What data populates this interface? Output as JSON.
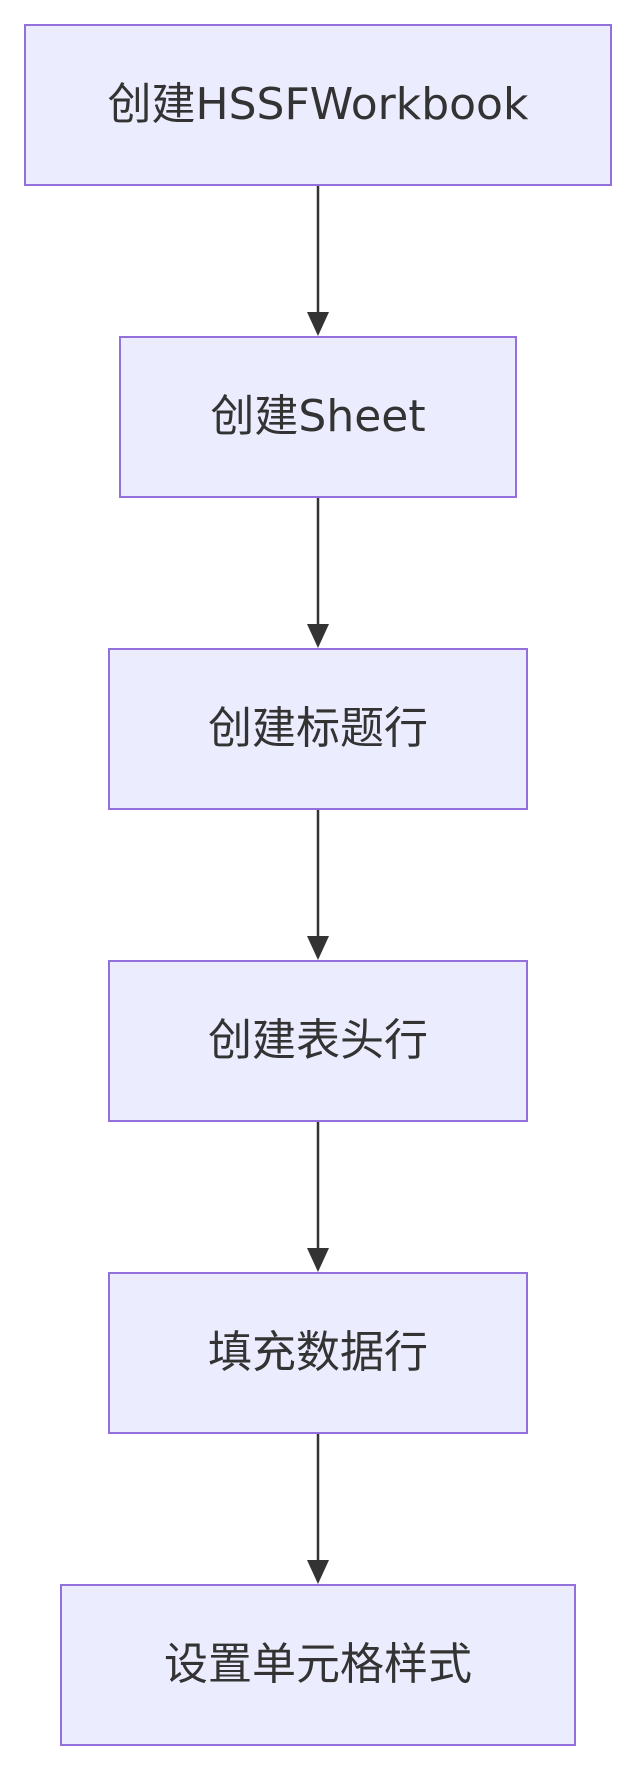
{
  "diagram": {
    "type": "flowchart",
    "direction": "top-down",
    "nodes": [
      {
        "id": "n1",
        "label": "创建HSSFWorkbook"
      },
      {
        "id": "n2",
        "label": "创建Sheet"
      },
      {
        "id": "n3",
        "label": "创建标题行"
      },
      {
        "id": "n4",
        "label": "创建表头行"
      },
      {
        "id": "n5",
        "label": "填充数据行"
      },
      {
        "id": "n6",
        "label": "设置单元格样式"
      }
    ],
    "edges": [
      {
        "from": "n1",
        "to": "n2"
      },
      {
        "from": "n2",
        "to": "n3"
      },
      {
        "from": "n3",
        "to": "n4"
      },
      {
        "from": "n4",
        "to": "n5"
      },
      {
        "from": "n5",
        "to": "n6"
      }
    ],
    "colors": {
      "node_fill": "#ececff",
      "node_border": "#9370db",
      "text": "#333333",
      "edge": "#333333"
    }
  }
}
